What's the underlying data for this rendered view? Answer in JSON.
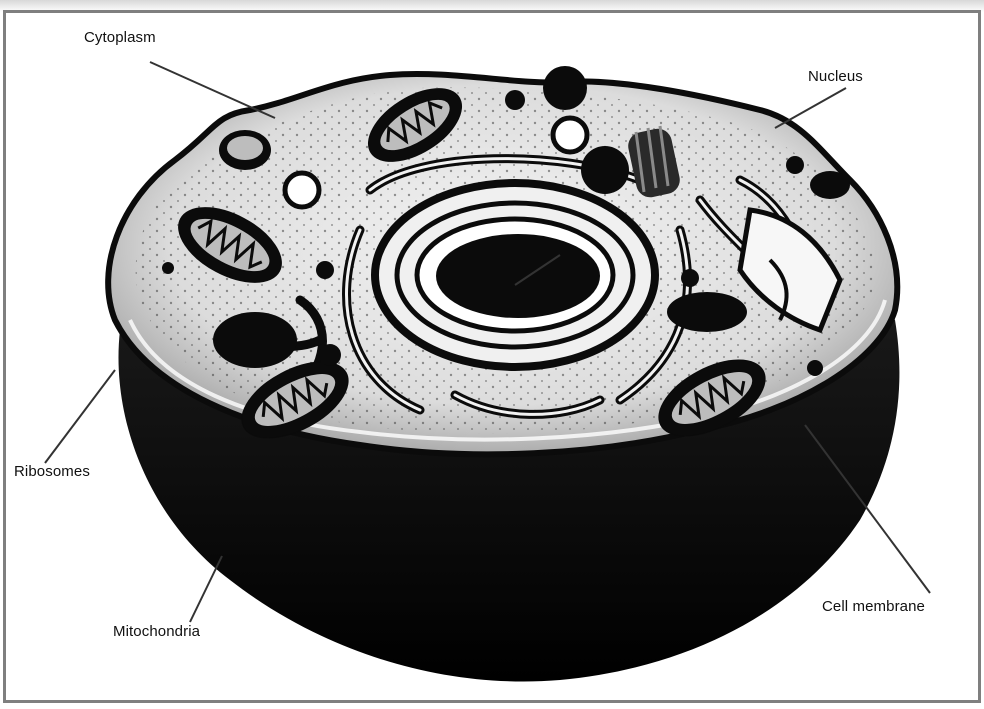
{
  "labels": {
    "cytoplasm": "Cytoplasm",
    "nucleus": "Nucleus",
    "ribosomes": "Ribosomes",
    "mitochondria": "Mitochondria",
    "cell_membrane": "Cell membrane"
  },
  "colors": {
    "ink": "#0b0b0b",
    "paper": "#ffffff",
    "cytoplasm": "#e9e9e9",
    "border": "#7f7f7f"
  }
}
